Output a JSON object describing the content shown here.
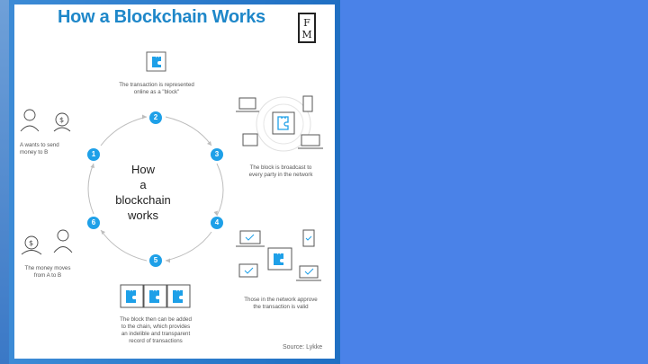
{
  "title": "How a Blockchain Works",
  "logo": {
    "line1": "F",
    "line2": "M"
  },
  "center": {
    "line1": "How",
    "line2": "a blockchain",
    "line3": "works"
  },
  "steps": [
    {
      "number": "1",
      "caption_line1": "A wants to send",
      "caption_line2": "money to B"
    },
    {
      "number": "2",
      "caption_line1": "The transaction is represented",
      "caption_line2": "online as a \"block\""
    },
    {
      "number": "3",
      "caption_line1": "The block is broadcast to",
      "caption_line2": "every party in the network"
    },
    {
      "number": "4",
      "caption_line1": "Those in the network approve",
      "caption_line2": "the transaction is valid"
    },
    {
      "number": "5",
      "caption_line1": "The block then can be added",
      "caption_line2": "to the chain, which provides",
      "caption_line3": "an indelible and transparent",
      "caption_line4": "record of transactions"
    },
    {
      "number": "6",
      "caption_line1": "The money moves",
      "caption_line2": "from A to B"
    }
  ],
  "source": "Source: Lykke",
  "colors": {
    "accent": "#1ea0e8",
    "title": "#1e87c9",
    "background": "#4a82e8"
  }
}
